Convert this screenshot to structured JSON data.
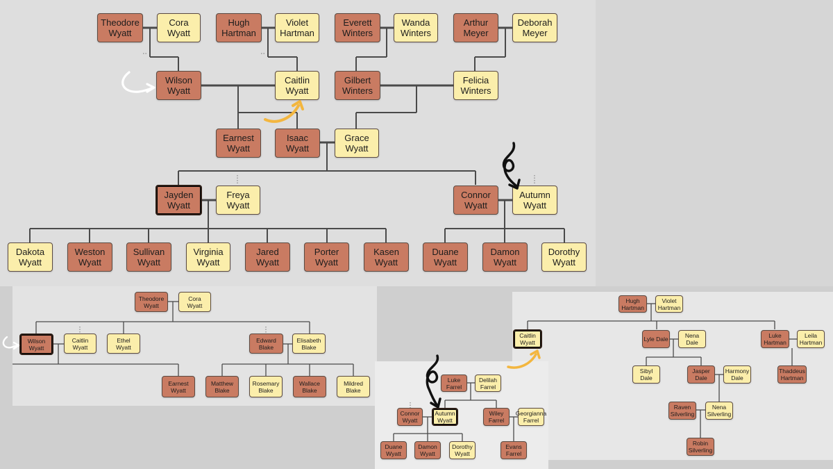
{
  "colors": {
    "male": "#c97b62",
    "female": "#fbeeab",
    "line": "#4a4a4a",
    "arrow_white": "#ffffff",
    "arrow_orange": "#f3b63f",
    "arrow_black": "#111111"
  },
  "icons": [
    "curved-arrow-white",
    "curved-arrow-orange",
    "swirl-arrow-black"
  ],
  "main_tree": {
    "theodore": "Theodore\nWyatt",
    "cora": "Cora\nWyatt",
    "hugh": "Hugh\nHartman",
    "violet": "Violet\nHartman",
    "everett": "Everett\nWinters",
    "wanda": "Wanda\nWinters",
    "arthur": "Arthur\nMeyer",
    "deborah": "Deborah\nMeyer",
    "wilson": "Wilson\nWyatt",
    "caitlin": "Caitlin\nWyatt",
    "gilbert": "Gilbert\nWinters",
    "felicia": "Felicia\nWinters",
    "earnest": "Earnest\nWyatt",
    "isaac": "Isaac\nWyatt",
    "grace": "Grace\nWyatt",
    "jayden": "Jayden\nWyatt",
    "freya": "Freya\nWyatt",
    "connor": "Connor\nWyatt",
    "autumn": "Autumn\nWyatt",
    "dakota": "Dakota\nWyatt",
    "weston": "Weston\nWyatt",
    "sullivan": "Sullivan\nWyatt",
    "virginia": "Virginia\nWyatt",
    "jared": "Jared\nWyatt",
    "porter": "Porter\nWyatt",
    "kasen": "Kasen\nWyatt",
    "duane": "Duane\nWyatt",
    "damon": "Damon\nWyatt",
    "dorothy": "Dorothy\nWyatt"
  },
  "tree_bl": {
    "theodore": "Theodore\nWyatt",
    "cora": "Cora\nWyatt",
    "wilson": "Wilson\nWyatt",
    "caitlin": "Caitlin\nWyatt",
    "ethel": "Ethel\nWyatt",
    "edward": "Edward\nBlake",
    "elisabeth": "Elisabeth\nBlake",
    "earnest": "Earnest\nWyatt",
    "matthew": "Matthew\nBlake",
    "rosemary": "Rosemary\nBlake",
    "wallace": "Wallace\nBlake",
    "mildred": "Mildred\nBlake"
  },
  "tree_bm": {
    "luke": "Luke\nFarrel",
    "delilah": "Delilah\nFarrel",
    "connor": "Connor\nWyatt",
    "autumn": "Autumn\nWyatt",
    "wiley": "Wiley\nFarrel",
    "georgianna": "Georgianna\nFarrel",
    "duane": "Duane\nWyatt",
    "damon": "Damon\nWyatt",
    "dorothy": "Dorothy\nWyatt",
    "evans": "Evans\nFarrel"
  },
  "tree_br": {
    "hugh": "Hugh\nHartman",
    "violet": "Violet\nHartman",
    "caitlin": "Caitlin\nWyatt",
    "lyle": "Lyle Dale",
    "nena": "Nena Dale",
    "luke": "Luke\nHartman",
    "leila": "Leila\nHartman",
    "sibyl": "Sibyl Dale",
    "jasper": "Jasper\nDale",
    "harmony": "Harmony\nDale",
    "thaddeus": "Thaddeus\nHartman",
    "raven": "Raven\nSilverling",
    "nena_s": "Nena\nSilverling",
    "robin": "Robin\nSilverling"
  }
}
